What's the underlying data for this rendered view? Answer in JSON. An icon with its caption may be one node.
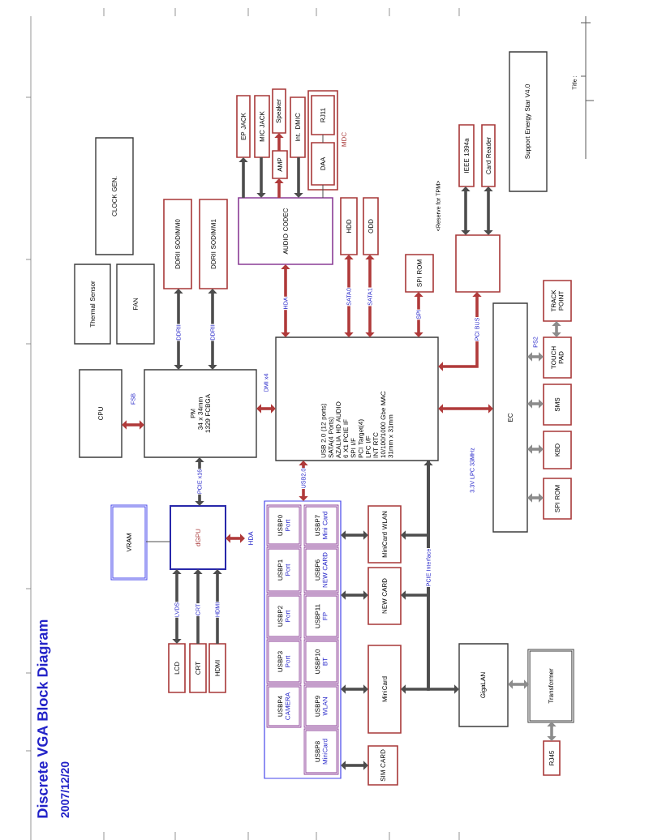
{
  "diagram": {
    "title": "Discrete VGA Block Diagram",
    "nodes": [
      {
        "text": [
          "CLOCK GEN."
        ]
      },
      {
        "text": [
          "Thermal Sensor"
        ]
      },
      {
        "text": [
          "FAN"
        ]
      },
      {
        "text": [
          "DDRII SODIMM0"
        ]
      },
      {
        "text": [
          "DDRII SODIMM1"
        ]
      },
      {
        "text": [
          "EP JACK"
        ]
      },
      {
        "text": [
          "MIC JACK"
        ]
      },
      {
        "text": [
          "Speaker"
        ]
      },
      {
        "text": [
          "AMP"
        ]
      },
      {
        "text": [
          "Int. DMIC"
        ]
      },
      {
        "text": [],
        "shape": "box",
        "beside": [
          "MDC"
        ]
      },
      {
        "text": [
          "RJ11"
        ],
        "in": 10
      },
      {
        "text": [
          "DAA"
        ],
        "in": 10
      },
      {
        "text": [
          "AUDIO CODEC"
        ]
      },
      {
        "text": [
          "HDD"
        ]
      },
      {
        "text": [
          "ODD"
        ]
      },
      {
        "text": [
          "SPI ROM"
        ]
      },
      {
        "text": [],
        "shape": "box"
      },
      {
        "text": [
          "IEEE 1394a"
        ]
      },
      {
        "text": [
          "Card Reader"
        ]
      },
      {
        "text": [
          "Support Energy Star V4.0"
        ]
      },
      {
        "text": [
          "CPU"
        ]
      },
      {
        "text": [
          "PM",
          "34 x 34mm",
          "1329 FCBGA"
        ]
      },
      {
        "text": [
          "USB 2.0 (12 ports)",
          "SATA(4 Ports)",
          "AZALIA HD AUDIO",
          "6 X1 PCIE IF",
          "SPI I/F",
          "PCI Target(4)",
          "LPC I/F",
          "INT RTC",
          "10/100/1000 Gbe MAC",
          "31mm x 31mm"
        ]
      },
      {
        "text": [
          "EC"
        ]
      },
      {
        "text": [
          "TRACK POINT"
        ]
      },
      {
        "text": [
          "TOUCH PAD"
        ]
      },
      {
        "text": [
          "SMS"
        ]
      },
      {
        "text": [
          "KBD"
        ]
      },
      {
        "text": [
          "SPI ROM"
        ]
      },
      {
        "text": [
          "VRAM"
        ]
      },
      {
        "text": [
          "dGPU"
        ]
      },
      {
        "text": [
          "HDA"
        ]
      },
      {
        "text": [
          "LCD"
        ]
      },
      {
        "text": [
          "CRT"
        ]
      },
      {
        "text": [
          "HDMI"
        ]
      },
      {
        "text": [],
        "shape": "box"
      },
      {
        "text": [
          "USBP0",
          "Port"
        ],
        "in": 36
      },
      {
        "text": [
          "USBP1",
          "Port"
        ],
        "in": 36
      },
      {
        "text": [
          "USBP2",
          "Port"
        ],
        "in": 36
      },
      {
        "text": [
          "USBP3",
          "Port"
        ],
        "in": 36
      },
      {
        "text": [
          "USBP4",
          "CAMERA"
        ],
        "in": 36
      },
      {
        "text": [
          "USBP7",
          "Mini Card"
        ],
        "in": 36
      },
      {
        "text": [
          "USBP6",
          "NEW CARD"
        ],
        "in": 36
      },
      {
        "text": [
          "USBP11",
          "FP"
        ],
        "in": 36
      },
      {
        "text": [
          "USBP10",
          "BT"
        ],
        "in": 36
      },
      {
        "text": [
          "USBP9",
          "WLAN"
        ],
        "in": 36
      },
      {
        "text": [
          "USBP8",
          "MiniCard"
        ],
        "in": 36
      },
      {
        "text": [
          "MiniCard WLAN"
        ]
      },
      {
        "text": [
          "NEW CARD"
        ]
      },
      {
        "text": [
          "MiniCard"
        ]
      },
      {
        "text": [
          "SIM CARD"
        ]
      },
      {
        "text": [
          "GigaLAN"
        ]
      },
      {
        "text": [
          "Transformer"
        ]
      },
      {
        "text": [
          "RJ45"
        ]
      }
    ],
    "edges": [
      {
        "from": 3,
        "to": 22,
        "arrow": "both",
        "label": "DDRII"
      },
      {
        "from": 4,
        "to": 22,
        "arrow": "both",
        "label": "DDRII"
      },
      {
        "from": 13,
        "to": 5,
        "arrow": "to"
      },
      {
        "from": 6,
        "to": 13,
        "arrow": "to"
      },
      {
        "from": 13,
        "to": 8,
        "arrow": "to",
        "color": "#b03a3a"
      },
      {
        "from": 8,
        "to": 7,
        "arrow": "to",
        "color": "#b03a3a"
      },
      {
        "from": 9,
        "to": 13,
        "arrow": "to"
      },
      {
        "from": 12,
        "to": 13,
        "arrow": "none"
      },
      {
        "from": 11,
        "to": 12,
        "arrow": "none"
      },
      {
        "from": 13,
        "to": 23,
        "arrow": "both",
        "label": "HDA",
        "color": "#b03a3a"
      },
      {
        "from": 14,
        "to": 23,
        "arrow": "both",
        "label": "SATA0",
        "color": "#b03a3a"
      },
      {
        "from": 15,
        "to": 23,
        "arrow": "both",
        "label": "SATA1",
        "color": "#b03a3a"
      },
      {
        "from": 16,
        "to": 23,
        "arrow": "both",
        "label": "SPI",
        "color": "#b03a3a"
      },
      {
        "from": 17,
        "to": 23,
        "arrow": "both",
        "label": "PCI BUS",
        "color": "#b03a3a"
      },
      {
        "from": 17,
        "to": 18,
        "arrow": "both"
      },
      {
        "from": 17,
        "to": 19,
        "arrow": "both"
      },
      {
        "from": 21,
        "to": 22,
        "arrow": "both",
        "label": "FSB",
        "color": "#b03a3a"
      },
      {
        "from": 22,
        "to": 23,
        "arrow": "both",
        "label": "DMI x4",
        "color": "#b03a3a"
      },
      {
        "from": 22,
        "to": 31,
        "arrow": "both",
        "label": "PCIE x16"
      },
      {
        "from": 30,
        "to": 31,
        "arrow": "none"
      },
      {
        "from": 31,
        "to": 32,
        "arrow": "both",
        "color": "#b03a3a"
      },
      {
        "from": 33,
        "to": 31,
        "arrow": "both",
        "label": "LVDS"
      },
      {
        "from": 34,
        "to": 31,
        "arrow": "to",
        "label": "CRT"
      },
      {
        "from": 35,
        "to": 31,
        "arrow": "to",
        "label": "HDMI"
      },
      {
        "from": 36,
        "to": 23,
        "arrow": "both",
        "label": "USB2.0",
        "color": "#b03a3a"
      },
      {
        "from": 36,
        "to": 48,
        "arrow": "both"
      },
      {
        "from": 36,
        "to": 49,
        "arrow": "both"
      },
      {
        "from": 36,
        "to": 50,
        "arrow": "both"
      },
      {
        "from": 36,
        "to": 51,
        "arrow": "both"
      },
      {
        "from": 23,
        "to": 48,
        "arrow": "to"
      },
      {
        "from": 23,
        "to": 49,
        "arrow": "to",
        "label": "PCIE Interface"
      },
      {
        "from": 23,
        "to": 50,
        "arrow": "to"
      },
      {
        "from": 23,
        "to": 52,
        "arrow": "both"
      },
      {
        "from": 52,
        "to": 53,
        "arrow": "both",
        "color": "#8c8c8c"
      },
      {
        "from": 53,
        "to": 54,
        "arrow": "both",
        "color": "#8c8c8c"
      },
      {
        "from": 23,
        "to": 24,
        "arrow": "both",
        "color": "#b03a3a"
      },
      {
        "from": 24,
        "to": 26,
        "arrow": "both",
        "label": "PS2",
        "color": "#8c8c8c"
      },
      {
        "from": 25,
        "to": 26,
        "arrow": "both",
        "color": "#8c8c8c"
      },
      {
        "from": 24,
        "to": 27,
        "arrow": "both",
        "color": "#8c8c8c"
      },
      {
        "from": 24,
        "to": 28,
        "arrow": "both",
        "color": "#8c8c8c"
      },
      {
        "from": 24,
        "to": 29,
        "arrow": "both",
        "color": "#8c8c8c"
      }
    ],
    "labels": [
      "2007/12/20",
      "<Reserve for TPM>",
      "3.3V LPC 33MHz",
      "Title :"
    ]
  }
}
